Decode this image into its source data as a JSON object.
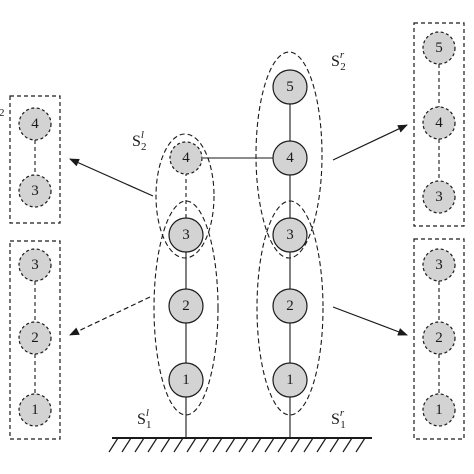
{
  "nodes": {
    "left_tower": [
      "1",
      "2",
      "3",
      "4"
    ],
    "right_tower": [
      "1",
      "2",
      "3",
      "4",
      "5"
    ],
    "box_top_left": [
      "4",
      "3"
    ],
    "box_bottom_left": [
      "3",
      "2",
      "1"
    ],
    "box_top_right": [
      "5",
      "4",
      "3"
    ],
    "box_bottom_right": [
      "3",
      "2",
      "1"
    ]
  },
  "labels": {
    "s1l": {
      "base": "S",
      "sup": "l",
      "sub": "1"
    },
    "s2l": {
      "base": "S",
      "sup": "l",
      "sub": "2"
    },
    "s1r": {
      "base": "S",
      "sup": "r",
      "sub": "1"
    },
    "s2r": {
      "base": "S",
      "sup": "r",
      "sub": "2"
    },
    "s2l_cut": {
      "base": "2"
    }
  },
  "colors": {
    "node_fill": "#d3d3d3",
    "stroke": "#1a1a1a"
  }
}
